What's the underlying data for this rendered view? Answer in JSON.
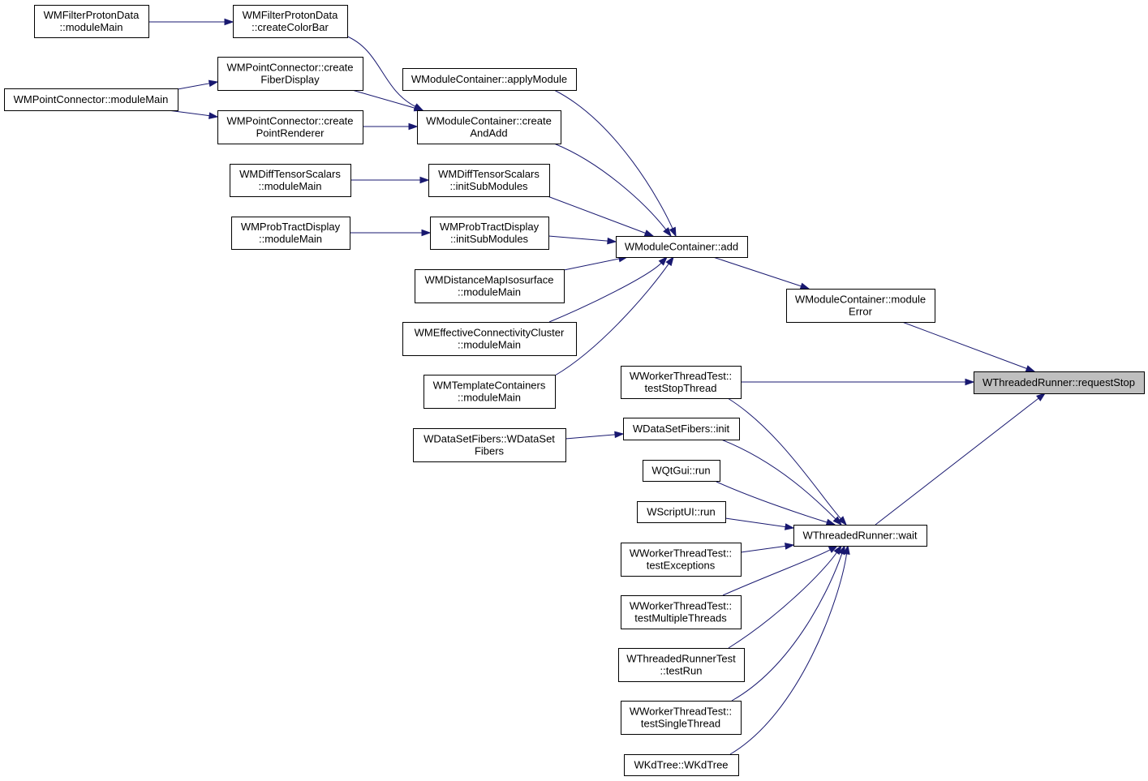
{
  "nodes": {
    "requestStop": [
      "WThreadedRunner::requestStop"
    ],
    "moduleError": [
      "WModuleContainer::module",
      "Error"
    ],
    "wait": [
      "WThreadedRunner::wait"
    ],
    "add": [
      "WModuleContainer::add"
    ],
    "applyModule": [
      "WModuleContainer::applyModule"
    ],
    "createAndAdd": [
      "WModuleContainer::create",
      "AndAdd"
    ],
    "diffInit": [
      "WMDiffTensorScalars",
      "::initSubModules"
    ],
    "probInit": [
      "WMProbTractDisplay",
      "::initSubModules"
    ],
    "distMain": [
      "WMDistanceMapIsosurface",
      "::moduleMain"
    ],
    "effMain": [
      "WMEffectiveConnectivityCluster",
      "::moduleMain"
    ],
    "tmplMain": [
      "WMTemplateContainers",
      "::moduleMain"
    ],
    "filterMain": [
      "WMFilterProtonData",
      "::moduleMain"
    ],
    "filterBar": [
      "WMFilterProtonData",
      "::createColorBar"
    ],
    "pcFiber": [
      "WMPointConnector::create",
      "FiberDisplay"
    ],
    "pcPoint": [
      "WMPointConnector::create",
      "PointRenderer"
    ],
    "pcMain": [
      "WMPointConnector::moduleMain"
    ],
    "diffMain": [
      "WMDiffTensorScalars",
      "::moduleMain"
    ],
    "probMain": [
      "WMProbTractDisplay",
      "::moduleMain"
    ],
    "testStop": [
      "WWorkerThreadTest::",
      "testStopThread"
    ],
    "dsInit": [
      "WDataSetFibers::init"
    ],
    "dsCtor": [
      "WDataSetFibers::WDataSet",
      "Fibers"
    ],
    "qtRun": [
      "WQtGui::run"
    ],
    "scriptRun": [
      "WScriptUI::run"
    ],
    "testExc": [
      "WWorkerThreadTest::",
      "testExceptions"
    ],
    "testMulti": [
      "WWorkerThreadTest::",
      "testMultipleThreads"
    ],
    "trTest": [
      "WThreadedRunnerTest",
      "::testRun"
    ],
    "testSingle": [
      "WWorkerThreadTest::",
      "testSingleThread"
    ],
    "kdTree": [
      "WKdTree::WKdTree"
    ]
  },
  "edges": [
    [
      "moduleError",
      "requestStop"
    ],
    [
      "testStop",
      "requestStop"
    ],
    [
      "wait",
      "requestStop"
    ],
    [
      "add",
      "moduleError"
    ],
    [
      "applyModule",
      "add"
    ],
    [
      "createAndAdd",
      "add"
    ],
    [
      "diffInit",
      "add"
    ],
    [
      "probInit",
      "add"
    ],
    [
      "distMain",
      "add"
    ],
    [
      "effMain",
      "add"
    ],
    [
      "tmplMain",
      "add"
    ],
    [
      "filterMain",
      "filterBar"
    ],
    [
      "filterBar",
      "createAndAdd"
    ],
    [
      "pcFiber",
      "createAndAdd"
    ],
    [
      "pcPoint",
      "createAndAdd"
    ],
    [
      "pcMain",
      "pcFiber"
    ],
    [
      "pcMain",
      "pcPoint"
    ],
    [
      "diffMain",
      "diffInit"
    ],
    [
      "probMain",
      "probInit"
    ],
    [
      "testStop",
      "wait"
    ],
    [
      "dsInit",
      "wait"
    ],
    [
      "dsCtor",
      "dsInit"
    ],
    [
      "qtRun",
      "wait"
    ],
    [
      "scriptRun",
      "wait"
    ],
    [
      "testExc",
      "wait"
    ],
    [
      "testMulti",
      "wait"
    ],
    [
      "trTest",
      "wait"
    ],
    [
      "testSingle",
      "wait"
    ],
    [
      "kdTree",
      "wait"
    ]
  ],
  "highlighted_node": "requestStop",
  "colors": {
    "edge": "#191970",
    "node_border": "#000000",
    "node_fill": "#ffffff",
    "highlight_fill": "#bfbfbf"
  }
}
